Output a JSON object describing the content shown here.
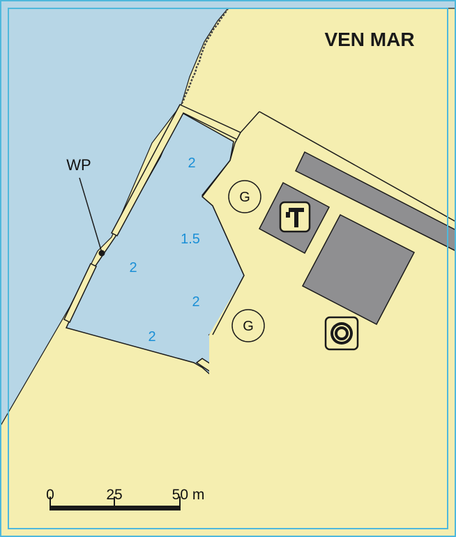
{
  "map": {
    "title": "VEN MAR",
    "waypoint_label": "WP",
    "depths": [
      "2",
      "1.5",
      "2",
      "2",
      "2"
    ],
    "fuel_symbol_1": "G",
    "fuel_symbol_2": "G",
    "scale": {
      "tick_0": "0",
      "tick_25": "25",
      "tick_50": "50 m"
    },
    "icons": [
      "fuel-station-icon",
      "fuel-station-icon",
      "water-tap-icon",
      "shower-icon"
    ],
    "colors": {
      "water": "#b7d6e6",
      "land": "#f5eeb0",
      "building": "#8f8f91",
      "frame": "#4fb8dc",
      "depth_text": "#1a8fd6",
      "outline": "#1a1a1a"
    }
  }
}
